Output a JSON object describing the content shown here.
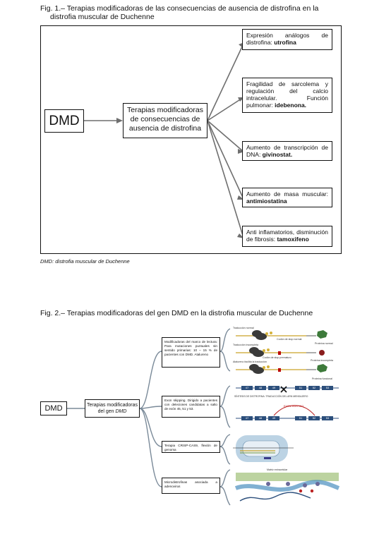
{
  "fig1": {
    "caption_line1": "Fig. 1.– Terapias modificadoras de las consecuencias de ausencia de distrofina en la",
    "caption_line2": "distrofia muscular de Duchenne",
    "dmd_label": "DMD",
    "center_label": "Terapias modificadoras de consecuencias de ausencia de distrofina",
    "branches": [
      {
        "text": "Expresión análogos de distrofina: ",
        "bold": "utrofina"
      },
      {
        "text": "Fragilidad de sarcolema y regulación del calcio intracelular. Función pulmonar: ",
        "bold": "idebenona."
      },
      {
        "text": "Aumento de transcripción de DNA: ",
        "bold": "givinostat."
      },
      {
        "text": "Aumento de masa muscular: ",
        "bold": "antimiostatina"
      },
      {
        "text": "Anti inflamatorios, disminución de fibrosis: ",
        "bold": "tamoxifeno"
      }
    ],
    "footnote": "DMD: distrofia muscular de Duchenne"
  },
  "fig2": {
    "caption": "Fig. 2.– Terapias modificadoras del gen DMD en la distrofia muscular de Duchenne",
    "dmd_label": "DMD",
    "center_line1": "Terapias modificadoras",
    "center_line2_prefix": "del gen ",
    "center_line2_italic": "DMD",
    "branches": [
      "Modificadoras del marco de lectura: Para mutaciones puntuales sin sentido primarias: 10 – 15 % de pacientes con DMD. Atalureno",
      "Exon skipping. Dirigido a pacientes con deleciones candidatas a salto de exón 45, 51 y 53.",
      "Terapia CRISP-CAS9, flexión de genoma",
      "Microdistrofinas asociada a adenovirus"
    ],
    "panel1_labels": [
      "Traducción normal",
      "Traducción incompleta",
      "Codón de stop normal",
      "Codón de stop prematuro",
      "Atalureno facilita la traducción",
      "Proteína normal",
      "Proteína incompleta",
      "Proteína funcional"
    ],
    "exons_top": [
      "47",
      "48",
      "49",
      "51",
      "52",
      "53"
    ],
    "exons_bottom": [
      "47",
      "48",
      "49",
      "51",
      "52",
      "53"
    ],
    "exon_text1": "SÍNTESIS DE DISTROFINA: TRADUCCIÓN DEL ARN MENSAJERO",
    "exon_text2": "EXON SKIPPING",
    "panel4_label": "Matriz extracelular"
  },
  "colors": {
    "line": "#6f6f6f",
    "border": "#111111",
    "exon": "#2c4f7c"
  }
}
